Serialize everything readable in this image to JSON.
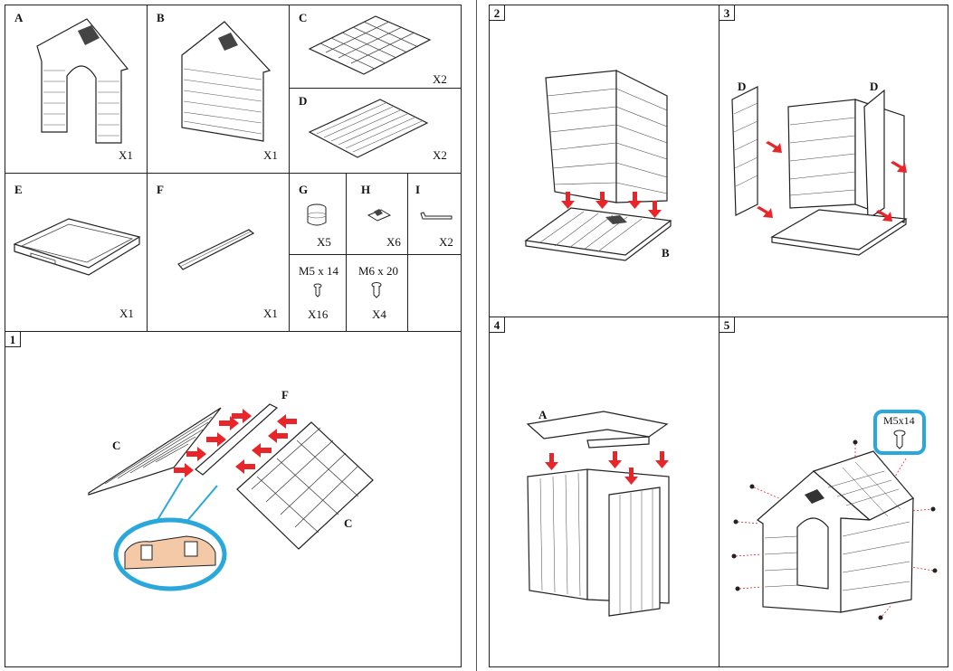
{
  "parts": {
    "A": {
      "letter": "A",
      "qty": "X1"
    },
    "B": {
      "letter": "B",
      "qty": "X1"
    },
    "C": {
      "letter": "C",
      "qty": "X2"
    },
    "D": {
      "letter": "D",
      "qty": "X2"
    },
    "E": {
      "letter": "E",
      "qty": "X1"
    },
    "F": {
      "letter": "F",
      "qty": "X1"
    },
    "G": {
      "letter": "G",
      "qty": "X5"
    },
    "H": {
      "letter": "H",
      "qty": "X6"
    },
    "I": {
      "letter": "I",
      "qty": "X2"
    },
    "M5": {
      "size": "M5 x 14",
      "qty": "X16"
    },
    "M6": {
      "size": "M6 x 20",
      "qty": "X4"
    }
  },
  "steps": {
    "s1": {
      "num": "1",
      "labels": {
        "c_left": "C",
        "c_right": "C",
        "f": "F"
      }
    },
    "s2": {
      "num": "2",
      "labels": {
        "b": "B"
      }
    },
    "s3": {
      "num": "3",
      "labels": {
        "d_left": "D",
        "d_right": "D"
      }
    },
    "s4": {
      "num": "4",
      "labels": {
        "a": "A"
      }
    },
    "s5": {
      "num": "5",
      "callout": "M5x14"
    }
  },
  "colors": {
    "arrow": "#e8262a",
    "highlight": "#2aa8dc",
    "line": "#222222",
    "fill_tan": "#f3c9a8"
  }
}
